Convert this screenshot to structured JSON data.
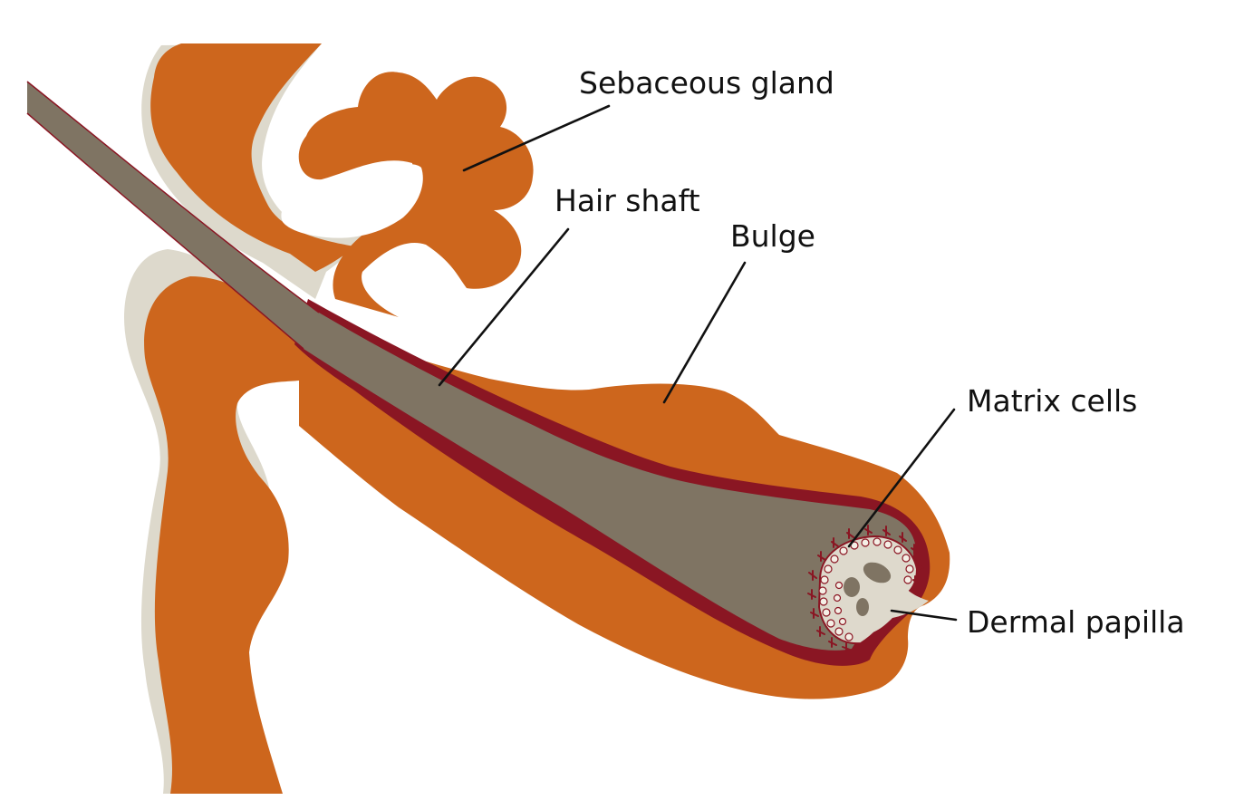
{
  "diagram": {
    "labels": {
      "sebaceous_gland": "Sebaceous gland",
      "hair_shaft": "Hair shaft",
      "bulge": "Bulge",
      "matrix_cells": "Matrix cells",
      "dermal_papilla": "Dermal papilla"
    },
    "colors": {
      "tissue": "#cd661d",
      "sheath": "#ddd9cc",
      "shaft": "#7f7463",
      "root_sheath": "#8a1623",
      "papilla": "#ded9cc",
      "leader_line": "#111111",
      "background": "#ffffff"
    }
  }
}
